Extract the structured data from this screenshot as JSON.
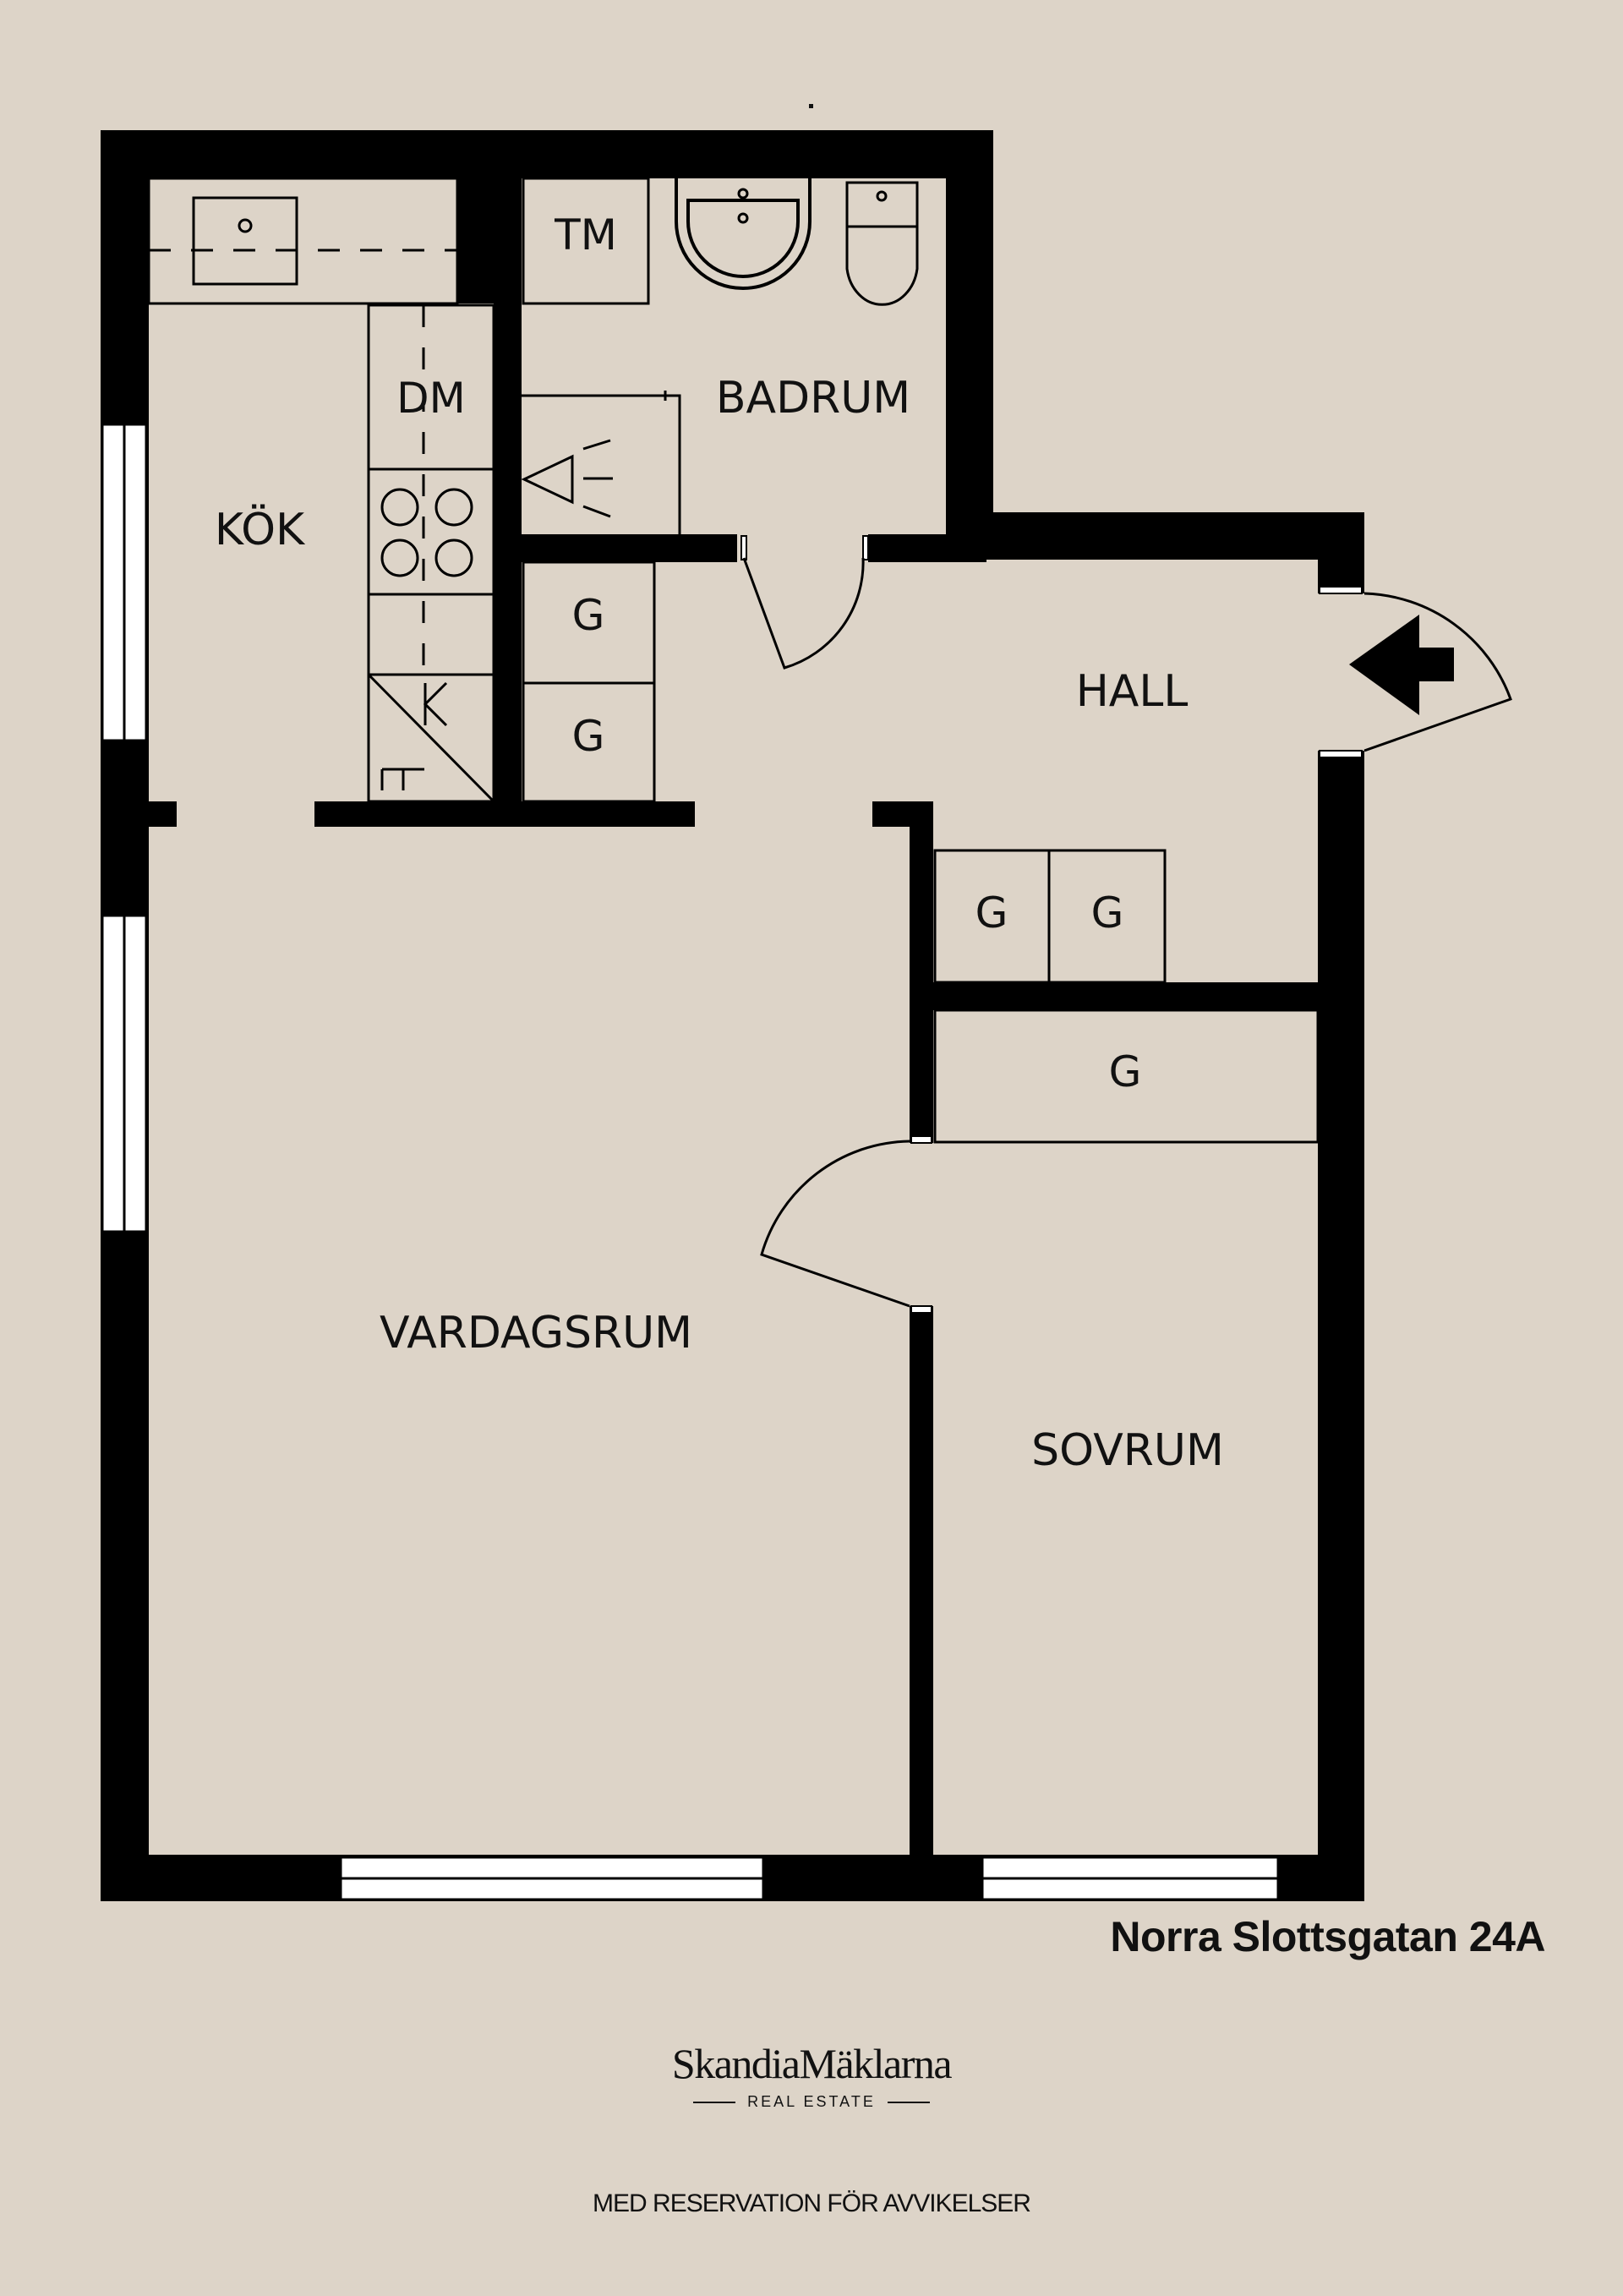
{
  "colors": {
    "background": "#ddd4c8",
    "wall": "#000000",
    "window": "#ffffff"
  },
  "rooms": {
    "kok": "KÖK",
    "badrum": "BADRUM",
    "hall": "HALL",
    "vardagsrum": "VARDAGSRUM",
    "sovrum": "SOVRUM"
  },
  "fixtures": {
    "tm": "TM",
    "dm": "DM",
    "closets": [
      "G",
      "G",
      "G",
      "G",
      "G"
    ],
    "kyl": "K",
    "frys": "F"
  },
  "icons": [
    "entrance-arrow-icon",
    "sink-icon",
    "toilet-icon",
    "shower-icon",
    "stove-icon",
    "kitchen-sink-icon"
  ],
  "address": "Norra Slottsgatan 24A",
  "brand": {
    "name": "SkandiaMäklarna",
    "tagline": "REAL ESTATE"
  },
  "disclaimer": "MED RESERVATION FÖR AVVIKELSER"
}
